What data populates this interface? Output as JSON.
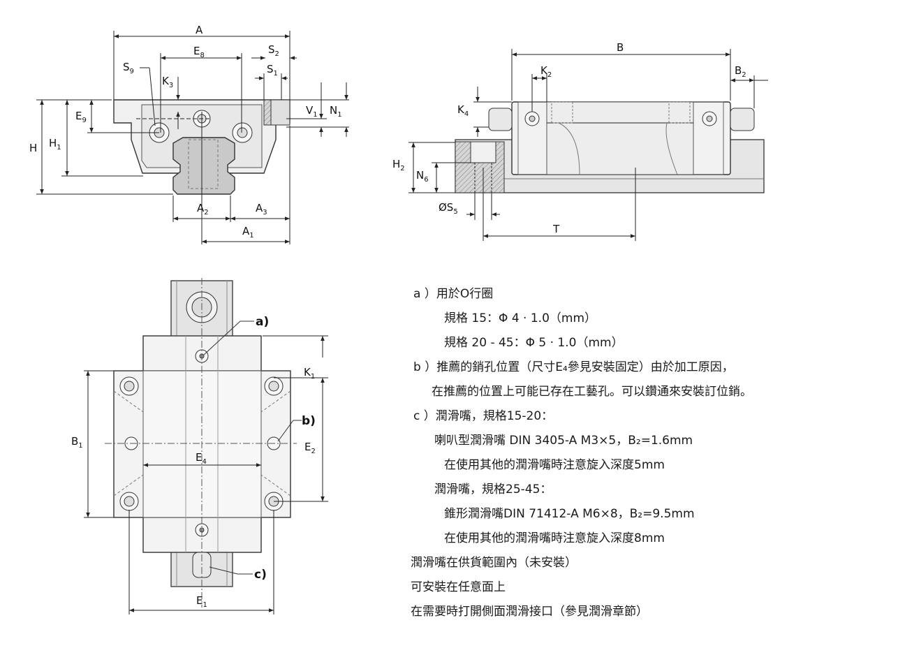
{
  "diagram": {
    "front_view": {
      "dims": {
        "A": "A",
        "E": "E",
        "E_sub8": "8",
        "S": "S",
        "S_sub2": "2",
        "S_sub1": "1",
        "S_sub9": "9",
        "K": "K",
        "K_sub3": "3",
        "V": "V",
        "V_sub1": "1",
        "N": "N",
        "N_sub1": "1",
        "H": "H",
        "H_sub1": "1",
        "E_sub9": "9",
        "A_sub2": "2",
        "A_sub3": "3",
        "A_sub1": "1"
      }
    },
    "side_view": {
      "dims": {
        "B": "B",
        "K_sub2": "2",
        "B_sub2": "2",
        "K_sub4": "4",
        "H_sub2": "2",
        "N_sub6": "6",
        "S5_prefix": "ØS",
        "S_sub5": "5",
        "T": "T"
      }
    },
    "top_view": {
      "dims": {
        "K_sub1": "1",
        "B_sub1": "1",
        "E_sub4": "4",
        "E_sub2": "2",
        "E_sub1": "1"
      },
      "callouts": {
        "a": "a)",
        "b": "b)",
        "c": "c)"
      }
    }
  },
  "notes": [
    "a ）用於O行圈",
    "規格 15：Φ 4 · 1.0（mm）",
    "規格 20 - 45：Φ 5 · 1.0（mm）",
    "b ）推薦的銷孔位置（尺寸E₄參見安裝固定）由於加工原因，",
    "在推薦的位置上可能已存在工藝孔。可以鑽通來安裝訂位銷。",
    "c ）潤滑嘴，規格15-20：",
    "喇叭型潤滑嘴 DIN 3405-A M3×5，B₂=1.6mm",
    "在使用其他的潤滑嘴時注意旋入深度5mm",
    "潤滑嘴，規格25-45：",
    "錐形潤滑嘴DIN 71412-A  M6×8，B₂=9.5mm",
    "在使用其他的潤滑嘴時注意旋入深度8mm",
    "潤滑嘴在供貨範圍內（未安裝）",
    "可安裝在任意面上",
    "在需要時打開側面潤滑接口（參見潤滑章節）"
  ]
}
